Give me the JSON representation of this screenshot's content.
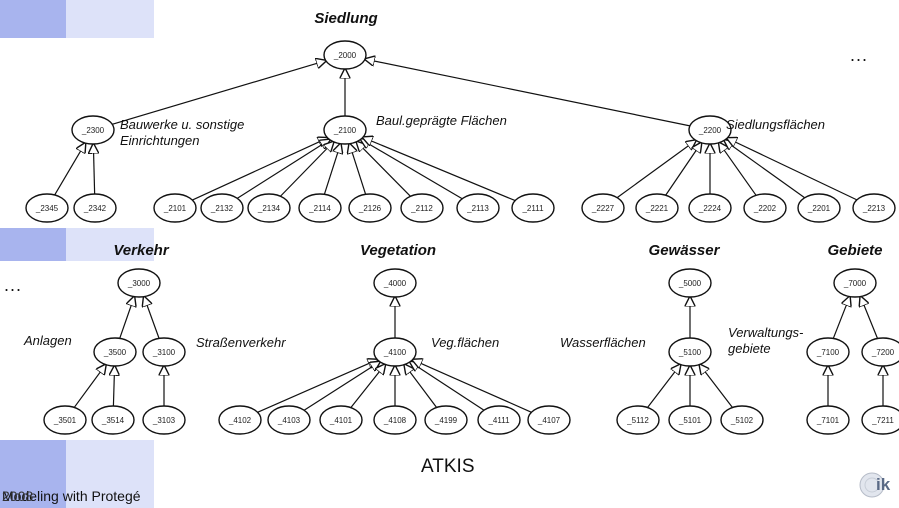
{
  "titles": {
    "siedlung": "Siedlung",
    "verkehr": "Verkehr",
    "vegetation": "Vegetation",
    "gewaesser": "Gewässer",
    "gebiete": "Gebiete"
  },
  "labels": {
    "bauwerke": "Bauwerke u. sonstige Einrichtungen",
    "baul": "Baul.geprägte Flächen",
    "siedlungsflaechen": "Siedlungsflächen",
    "anlagen": "Anlagen",
    "strassenverkehr": "Straßenverkehr",
    "vegflaechen": "Veg.flächen",
    "wasserflaechen": "Wasserflächen",
    "verwaltungsgebiete": "Verwaltungs-gebiete"
  },
  "ellipsis_top": "...",
  "ellipsis_left": "...",
  "nodes": {
    "n2000": "_2000",
    "n2300": "_2300",
    "n2100": "_2100",
    "n2200": "_2200",
    "n2345": "_2345",
    "n2342": "_2342",
    "n2101": "_2101",
    "n2132": "_2132",
    "n2134": "_2134",
    "n2114": "_2114",
    "n2126": "_2126",
    "n2112": "_2112",
    "n2113": "_2113",
    "n2111": "_2111",
    "n2227": "_2227",
    "n2221": "_2221",
    "n2224": "_2224",
    "n2202": "_2202",
    "n2201": "_2201",
    "n2213": "_2213",
    "n3000": "_3000",
    "n3500": "_3500",
    "n3100": "_3100",
    "n3501": "_3501",
    "n3514": "_3514",
    "n3103": "_3103",
    "n4000": "_4000",
    "n4100": "_4100",
    "n4102": "_4102",
    "n4103": "_4103",
    "n4101": "_4101",
    "n4108": "_4108",
    "n4199": "_4199",
    "n4111": "_4111",
    "n4107": "_4107",
    "n5000": "_5000",
    "n5100": "_5100",
    "n5112": "_5112",
    "n5101": "_5101",
    "n5102": "_5102",
    "n7000": "_7000",
    "n7100": "_7100",
    "n7200": "_7200",
    "n7101": "_7101",
    "n7211": "_7211"
  },
  "footer": {
    "title": "ATKIS",
    "left": "Modeling with Protegé",
    "left_overlay": "2008"
  },
  "logo_text": "ik",
  "colors": {
    "deco_dark": "#a8b4ee",
    "deco_light": "#dde2f9",
    "line": "#111111"
  }
}
